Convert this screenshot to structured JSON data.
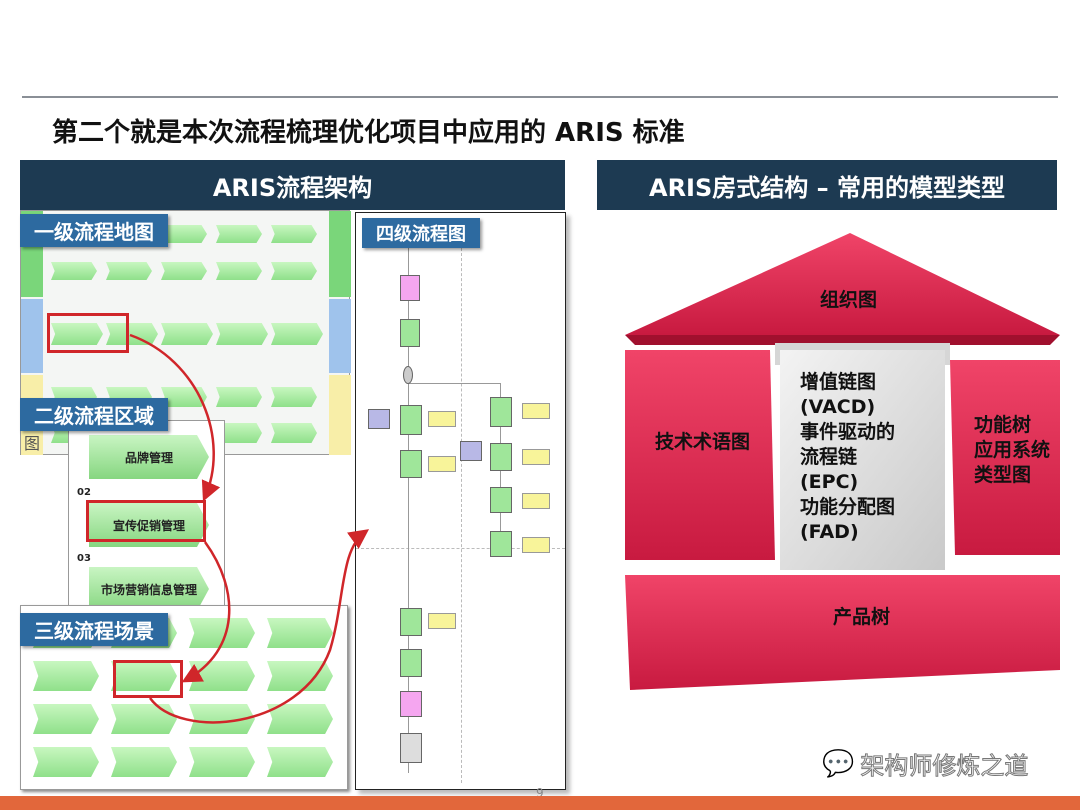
{
  "title": "第二个就是本次流程梳理优化项目中应用的 ARIS 标准",
  "left_header": "ARIS流程架构",
  "right_header": "ARIS房式结构 – 常用的模型类型",
  "left": {
    "level1_tag": "一级流程地图",
    "level2_tag": "二级流程区域",
    "level3_tag": "三级流程场景",
    "level4_tag": "四级流程图",
    "level2_items": [
      {
        "num": "",
        "label": "品牌管理"
      },
      {
        "num": "02",
        "label": "宣传促销管理"
      },
      {
        "num": "03",
        "label": "市场营销信息管理"
      }
    ],
    "level2_left_glyph": "图"
  },
  "house": {
    "roof": "组织图",
    "left": "技术术语图",
    "center": [
      "增值链图",
      "(VACD)",
      "事件驱动的",
      "流程链",
      "(EPC)",
      "功能分配图",
      "(FAD)"
    ],
    "right": [
      "功能树",
      "应用系统",
      "类型图"
    ],
    "base": "产品树"
  },
  "page_number": "9",
  "watermark": "架构师修炼之道",
  "colors": {
    "header": "#1d3a52",
    "tag": "#2d6aa0",
    "house_red": "#e5284f",
    "footer": "#e2673b"
  }
}
